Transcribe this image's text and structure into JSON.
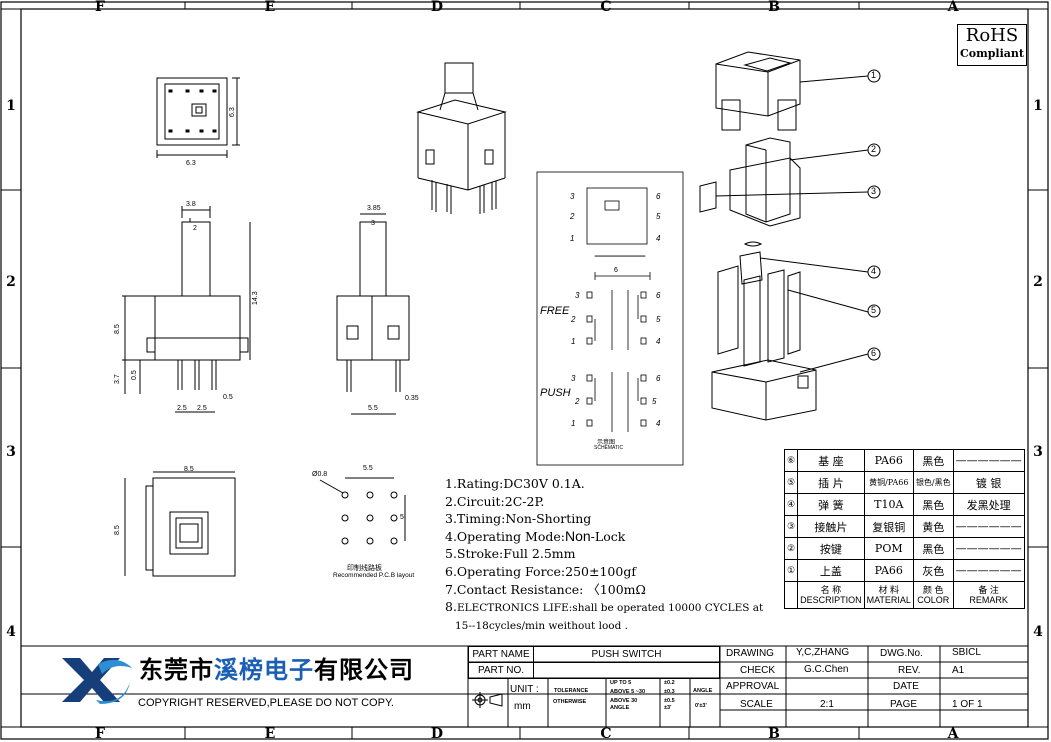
{
  "zones": {
    "columns": [
      "F",
      "E",
      "D",
      "C",
      "B",
      "A"
    ],
    "rows": [
      "1",
      "2",
      "3",
      "4"
    ]
  },
  "rohs": {
    "line1": "RoHS",
    "line2": "Compliant"
  },
  "dimensions": {
    "top_w": "6.3",
    "top_h": "6.3",
    "front_top_w": "3.8",
    "front_cap": "2",
    "front_total_h": "14.3",
    "front_body_h": "8.5",
    "front_pin_h": "3.7",
    "front_pin_sub": "0.5",
    "front_pitch_a": "2.5",
    "front_pitch_b": "2.5",
    "front_pin_w": "0.5",
    "side_top_w": "3.85",
    "side_cap": "3",
    "side_base_w": "5.5",
    "side_pin_w": "0.35",
    "bottom_w": "8.5",
    "bottom_h": "8.5",
    "pcb_hole": "Ø0.8",
    "pcb_w": "5.5",
    "pcb_h": "5",
    "schem_w": "6"
  },
  "pcb_layout": {
    "line1": "印制线路板",
    "line2": "Recommended P.C.B layout"
  },
  "schematic": {
    "top_pins": [
      "3",
      "2",
      "1",
      "6",
      "5",
      "4"
    ],
    "free_label": "FREE",
    "push_label": "PUSH",
    "caption1": "示意图",
    "caption2": "SCHEMATIC"
  },
  "balloons": [
    "1",
    "2",
    "3",
    "4",
    "5",
    "6"
  ],
  "notes": [
    "1.Rating:DC30V 0.1A.",
    "2.Circuit:2C-2P.",
    "3.Timing:Non-Shorting",
    "4.Operating Mode:",
    "Non",
    "-Lock",
    "5.Stroke:Full 2.5mm",
    "6.Operating Force:250±100gf",
    "7.Contact Resistance: 〈100mΩ",
    "8.",
    "ELECTRONICS LIFE:shall be operated 10000 CYCLES at",
    "15--18cycles/min weithout lood ."
  ],
  "bom": {
    "rows": [
      {
        "no": "⑥",
        "name": "基 座",
        "material": "PA66",
        "color": "黑色",
        "remark": "——————"
      },
      {
        "no": "⑤",
        "name": "插 片",
        "material": "黄铜/PA66",
        "color": "银色/黑色",
        "remark": "镀 银"
      },
      {
        "no": "④",
        "name": "弹 簧",
        "material": "T10A",
        "color": "黑色",
        "remark": "发黑处理"
      },
      {
        "no": "③",
        "name": "接触片",
        "material": "复银铜",
        "color": "黄色",
        "remark": "——————"
      },
      {
        "no": "②",
        "name": "按键",
        "material": "POM",
        "color": "黑色",
        "remark": "——————"
      },
      {
        "no": "①",
        "name": "上盖",
        "material": "PA66",
        "color": "灰色",
        "remark": "——————"
      }
    ],
    "header": {
      "name_cn": "名 称",
      "name_en": "DESCRIPTION",
      "material_cn": "材 料",
      "material_en": "MATERIAL",
      "color_cn": "颜 色",
      "color_en": "COLOR",
      "remark_cn": "备 注",
      "remark_en": "REMARK"
    }
  },
  "title_block": {
    "company_part1": "东莞市",
    "company_part2": "溪榜电子",
    "company_part3": "有限公司",
    "copyright": "COPYRIGHT RESERVED,PLEASE DO NOT COPY.",
    "part_name_label": "PART NAME",
    "part_name": "PUSH SWITCH",
    "part_no_label": "PART NO.",
    "part_no": "",
    "unit_label": "UNIT :",
    "unit": "mm",
    "tolerance_label": "TOLERANCE",
    "otherwise_label": "OTHERWISE",
    "tol_ranges": [
      "UP TO 5",
      "ABOVE 5 ~30",
      "ABOVE 30",
      "ANGLE"
    ],
    "tol_values": [
      "±0.2",
      "±0.3",
      "±0.5",
      "±3'"
    ],
    "angle_label": "ANGLE",
    "angle_value": "0'±3'",
    "drawing_label": "DRAWING",
    "drawing": "Y,C,ZHANG",
    "check_label": "CHECK",
    "check": "G.C.Chen",
    "approval_label": "APPROVAL",
    "approval": "",
    "scale_label": "SCALE",
    "scale": "2:1",
    "dwg_no_label": "DWG.No.",
    "dwg_no": "SBICL",
    "rev_label": "REV.",
    "rev": "A1",
    "date_label": "DATE",
    "date": "",
    "page_label": "PAGE",
    "page": "1 OF 1"
  }
}
